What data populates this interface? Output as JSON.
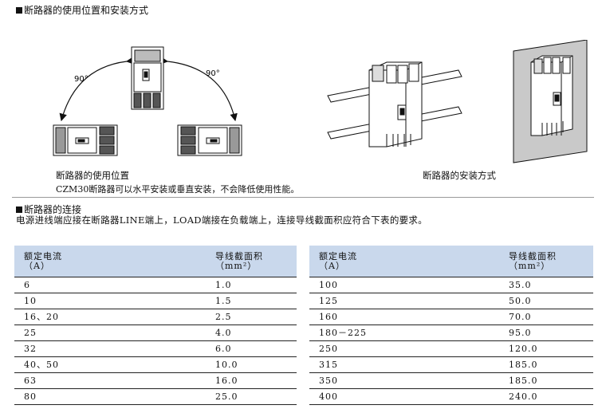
{
  "section1": {
    "title": "断路器的使用位置和安装方式",
    "angle_left": "90°",
    "angle_right": "90°",
    "caption_position": "断路器的使用位置",
    "caption_note": "CZM30断路器可以水平安装或垂直安装，不会降低使用性能。",
    "caption_install": "断路器的安装方式"
  },
  "section2": {
    "title": "断路器的连接",
    "description": "电源进线端应接在断路器LINE端上，LOAD端接在负载端上，连接导线截面积应符合下表的要求。"
  },
  "table": {
    "header_current_line1": "额定电流",
    "header_current_line2": "（A）",
    "header_area_line1": "导线截面积",
    "header_area_line2": "（mm²）",
    "left_rows": [
      [
        "6",
        "1.0"
      ],
      [
        "10",
        "1.5"
      ],
      [
        "16、20",
        "2.5"
      ],
      [
        "25",
        "4.0"
      ],
      [
        "32",
        "6.0"
      ],
      [
        "40、50",
        "10.0"
      ],
      [
        "63",
        "16.0"
      ],
      [
        "80",
        "25.0"
      ]
    ],
    "right_rows": [
      [
        "100",
        "35.0"
      ],
      [
        "125",
        "50.0"
      ],
      [
        "160",
        "70.0"
      ],
      [
        "180－225",
        "95.0"
      ],
      [
        "250",
        "120.0"
      ],
      [
        "315",
        "185.0"
      ],
      [
        "350",
        "185.0"
      ],
      [
        "400",
        "240.0"
      ]
    ]
  },
  "colors": {
    "table_header_bg": "#c9d8ec",
    "line": "#222222"
  }
}
